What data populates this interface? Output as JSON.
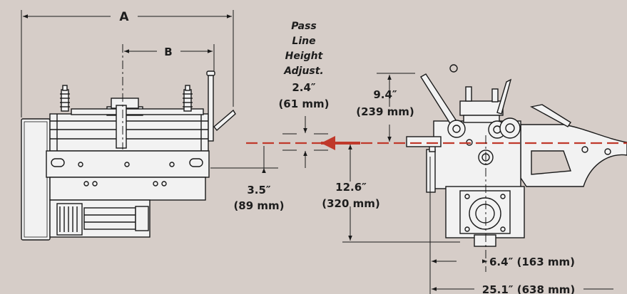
{
  "dimensions": {
    "a_label": "A",
    "b_label": "B",
    "pass_line_title_1": "Pass",
    "pass_line_title_2": "Line",
    "pass_line_title_3": "Height",
    "pass_line_title_4": "Adjust.",
    "pass_line_value": "2.4″",
    "pass_line_metric": "(61 mm)",
    "left_height_value": "3.5″",
    "left_height_metric": "(89 mm)",
    "top_height_value": "9.4″",
    "top_height_metric": "(239 mm)",
    "bottom_height_value": "12.6″",
    "bottom_height_metric": "(320 mm)",
    "offset_width": "6.4″ (163 mm)",
    "overall_width": "25.1″ (638 mm)"
  },
  "colors": {
    "background": "#d6cdc8",
    "pass_line": "#c0392b",
    "machine_body": "#f2f2f2",
    "machine_outline": "#1a1a1a"
  }
}
